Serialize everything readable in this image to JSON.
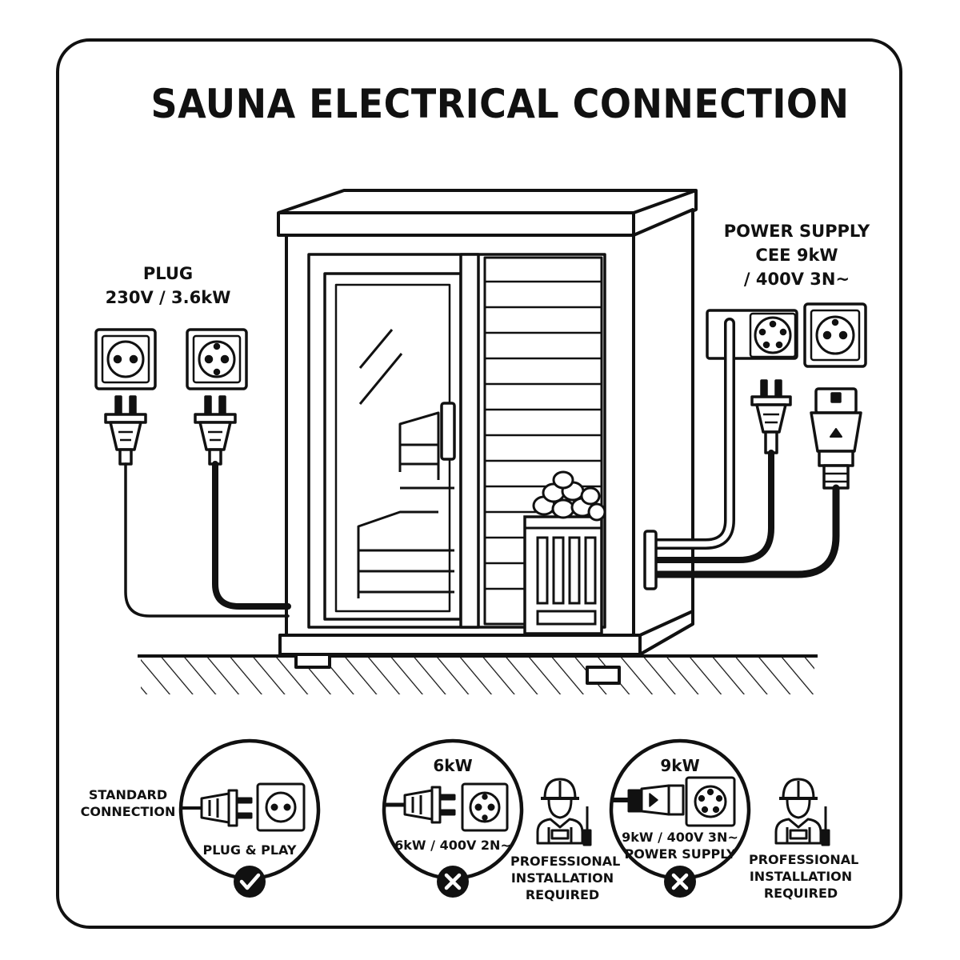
{
  "title": "SAUNA ELECTRICAL CONNECTION",
  "left_supply": {
    "line1": "PLUG",
    "line2": "230V / 3.6kW"
  },
  "right_supply": {
    "line1": "POWER SUPPLY",
    "line2": "CEE 9kW",
    "line3": "/ 400V 3N~"
  },
  "options": [
    {
      "side_line1": "STANDARD",
      "side_line2": "CONNECTION",
      "inner_label": "PLUG & PLAY",
      "status": "check"
    },
    {
      "heading": "6kW",
      "inner_label": "6kW / 400V 2N~",
      "status": "cross",
      "note_line1": "PROFESSIONAL",
      "note_line2": "INSTALLATION",
      "note_line3": "REQUIRED"
    },
    {
      "heading": "9kW",
      "inner_line1": "9kW / 400V 3N~",
      "inner_line2": "POWER SUPPLY",
      "status": "cross",
      "note_line1": "PROFESSIONAL",
      "note_line2": "INSTALLATION",
      "note_line3": "REQUIRED"
    }
  ],
  "icons": [
    "schuko-socket-icon",
    "plug-icon",
    "cee-socket-icon",
    "cee-plug-icon",
    "electrician-icon",
    "check-icon",
    "cross-icon"
  ]
}
